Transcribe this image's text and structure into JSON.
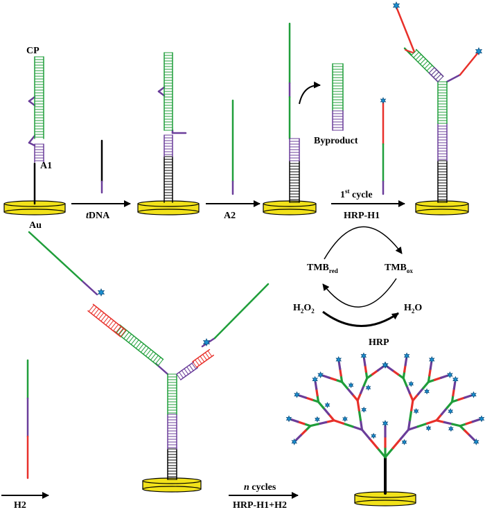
{
  "labels": {
    "cp": "CP",
    "a1": "A1",
    "au": "Au",
    "tdna_italic": "t",
    "tdna_rest": "DNA",
    "a2": "A2",
    "byproduct": "Byproduct",
    "cycle_num": "1",
    "cycle_sup": "st",
    "cycle_word": " cycle",
    "hrp_h1": "HRP-H1",
    "tmb_red_base": "TMB",
    "tmb_red_sub": "red",
    "tmb_ox_base": "TMB",
    "tmb_ox_sub": "ox",
    "h2o2_h": "H",
    "h2o2_sub1": "2",
    "h2o2_o": "O",
    "h2o2_sub2": "2",
    "h2o_h": "H",
    "h2o_sub": "2",
    "h2o_o": "O",
    "hrp": "HRP",
    "h2": "H2",
    "n_italic": "n",
    "n_cycles_rest": " cycles",
    "hrp_h1_h2": "HRP-H1+H2"
  },
  "colors": {
    "green": "#1f9e3a",
    "purple": "#6a3d9a",
    "red": "#e8302a",
    "black": "#000000",
    "gold": "#f2e21a",
    "hrp_blue": "#1a8fd0"
  },
  "icons": {
    "hrp_enzyme": "blue-star-icon",
    "gold_electrode": "gold-disc-icon"
  }
}
